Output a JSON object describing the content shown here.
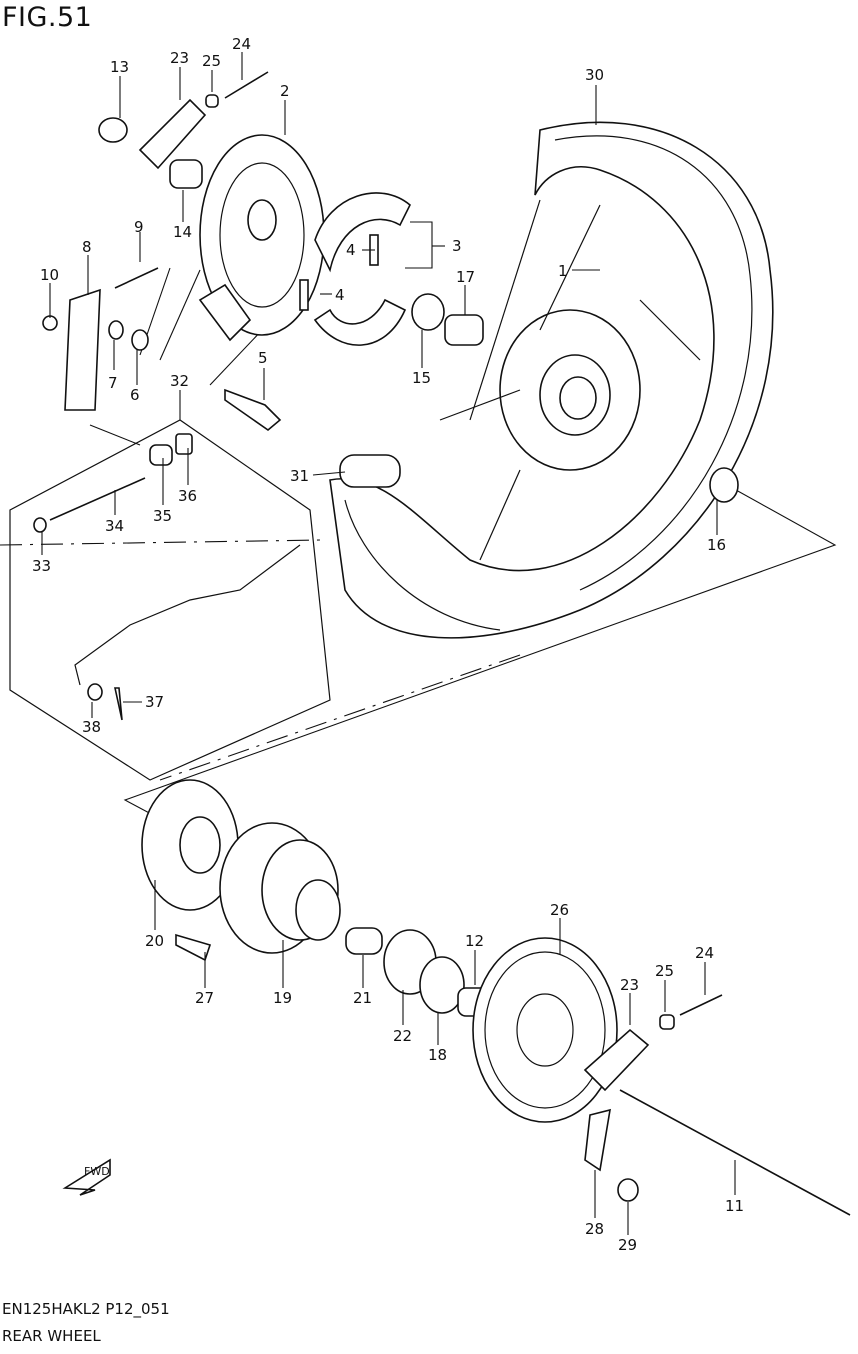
{
  "figure": {
    "title": "FIG.51"
  },
  "footer": {
    "code": "EN125HAKL2 P12_051",
    "name": "REAR WHEEL"
  },
  "fwd_badge": {
    "label": "FWD"
  },
  "callouts": [
    "1",
    "2",
    "3",
    "4",
    "4",
    "5",
    "6",
    "7",
    "8",
    "9",
    "10",
    "11",
    "12",
    "13",
    "14",
    "15",
    "16",
    "17",
    "18",
    "19",
    "20",
    "21",
    "22",
    "23",
    "23",
    "24",
    "24",
    "25",
    "25",
    "26",
    "27",
    "28",
    "29",
    "30",
    "31",
    "32",
    "33",
    "34",
    "35",
    "36",
    "37",
    "38"
  ]
}
